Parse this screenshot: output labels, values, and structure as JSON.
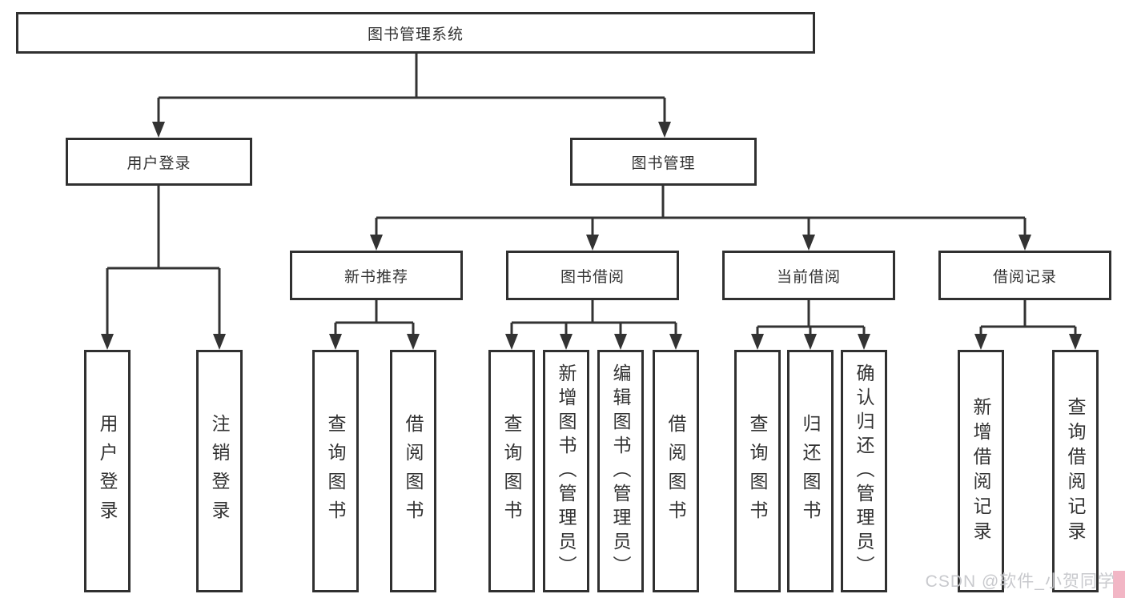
{
  "nodes": {
    "root": {
      "label": "图书管理系统"
    },
    "level2": [
      {
        "id": "user-login",
        "label": "用户登录"
      },
      {
        "id": "book-management",
        "label": "图书管理"
      }
    ],
    "level3": [
      {
        "id": "new-book-recommend",
        "label": "新书推荐",
        "parent": "图书管理"
      },
      {
        "id": "book-borrowing",
        "label": "图书借阅",
        "parent": "图书管理"
      },
      {
        "id": "current-borrowing",
        "label": "当前借阅",
        "parent": "图书管理"
      },
      {
        "id": "borrowing-records",
        "label": "借阅记录",
        "parent": "图书管理"
      }
    ],
    "leaves": [
      {
        "label": "用户登录",
        "parent": "用户登录"
      },
      {
        "label": "注销登录",
        "parent": "用户登录"
      },
      {
        "label": "查询图书",
        "parent": "新书推荐"
      },
      {
        "label": "借阅图书",
        "parent": "新书推荐"
      },
      {
        "label": "查询图书",
        "parent": "图书借阅"
      },
      {
        "label": "新增图书（管理员）",
        "parent": "图书借阅"
      },
      {
        "label": "编辑图书（管理员）",
        "parent": "图书借阅"
      },
      {
        "label": "借阅图书",
        "parent": "图书借阅"
      },
      {
        "label": "查询图书",
        "parent": "当前借阅"
      },
      {
        "label": "归还图书",
        "parent": "当前借阅"
      },
      {
        "label": "确认归还（管理员）",
        "parent": "当前借阅"
      },
      {
        "label": "新增借阅记录",
        "parent": "借阅记录"
      },
      {
        "label": "查询借阅记录",
        "parent": "借阅记录"
      }
    ]
  },
  "watermark": {
    "text": "CSDN @软件_小贺同学"
  },
  "colors": {
    "background": "#ffffff",
    "line": "#333333",
    "node_border": "#303030",
    "text": "#333333",
    "watermark_text": "#bec0c4",
    "watermark_accent": "#f2b6c5"
  }
}
